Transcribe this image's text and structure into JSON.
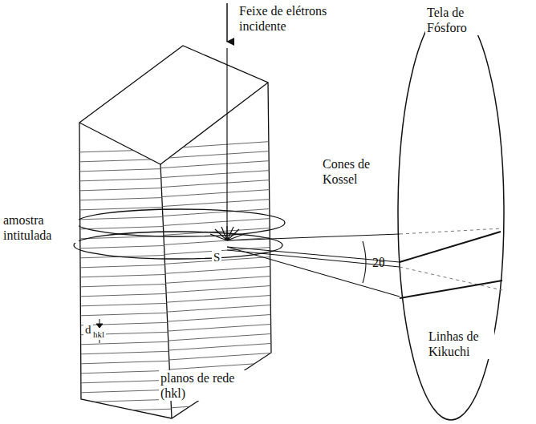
{
  "diagram": {
    "labels": [
      "Feixe de elétrons incidente",
      "Tela de Fósforo",
      "Cones de Kossel",
      "amostra intitulada",
      "S",
      "2θ",
      "d",
      "hkl",
      "planos de rede (hkl)",
      "Linhas de Kikuchi"
    ]
  }
}
